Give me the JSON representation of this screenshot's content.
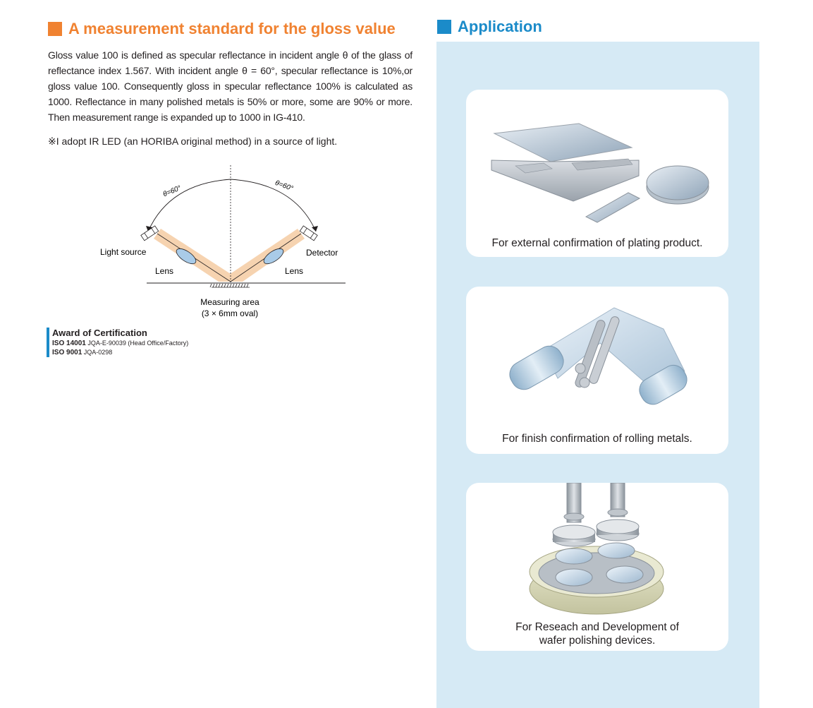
{
  "left": {
    "title": "A measurement standard for the gloss value",
    "paragraph": "Gloss value 100 is defined as specular reflectance in incident angle θ of the glass of reflectance index 1.567. With incident angle θ = 60°, specular reflectance is 10%,or gloss value 100. Consequently gloss in specular reflectance 100% is calculated as 1000. Reflectance in many polished metals is 50% or more, some are 90% or more. Then  measurement range is expanded  up to 1000 in IG-410.",
    "note": "※I adopt IR LED (an HORIBA original method) in a source of light."
  },
  "diagram": {
    "angle_left": "θ=60°",
    "angle_right": "θ=60°",
    "light_source": "Light source",
    "detector": "Detector",
    "lens_left": "Lens",
    "lens_right": "Lens",
    "measuring_area": "Measuring area",
    "measuring_area_size": "(3 × 6mm oval)"
  },
  "award": {
    "title": "Award of Certification",
    "iso14001_label": "ISO 14001",
    "iso14001_detail": "JQA-E-90039 (Head Office/Factory)",
    "iso9001_label": "ISO 9001",
    "iso9001_detail": "JQA-0298"
  },
  "application": {
    "title": "Application",
    "cards": [
      {
        "caption": "For external confirmation of plating product."
      },
      {
        "caption": "For finish confirmation of rolling metals."
      },
      {
        "caption_line1": "For Reseach and Development of",
        "caption_line2": "wafer polishing devices."
      }
    ]
  },
  "colors": {
    "orange_accent": "#f08231",
    "blue_accent": "#1b8bc9",
    "panel_bg": "#d6eaf5",
    "beam": "#f6d3b0",
    "lens": "#a9cbe8"
  }
}
